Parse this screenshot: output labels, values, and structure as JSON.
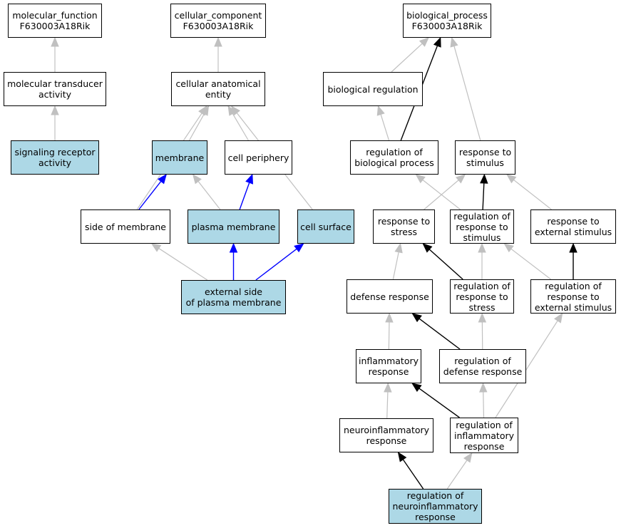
{
  "colors": {
    "highlight_fill": "#add8e6",
    "plain_fill": "#ffffff",
    "gray_edge": "#c0c0c0",
    "black_edge": "#000000",
    "blue_edge": "#0000ff"
  },
  "nodes": {
    "mf_root": {
      "label": "molecular_function\nF630003A18Rik",
      "highlighted": false
    },
    "cc_root": {
      "label": "cellular_component\nF630003A18Rik",
      "highlighted": false
    },
    "bp_root": {
      "label": "biological_process\nF630003A18Rik",
      "highlighted": false
    },
    "mol_transducer": {
      "label": "molecular transducer\nactivity",
      "highlighted": false
    },
    "cell_anat_entity": {
      "label": "cellular anatomical\nentity",
      "highlighted": false
    },
    "bio_regulation": {
      "label": "biological regulation",
      "highlighted": false
    },
    "signaling_receptor": {
      "label": "signaling receptor\nactivity",
      "highlighted": true
    },
    "membrane": {
      "label": "membrane",
      "highlighted": true
    },
    "cell_periphery": {
      "label": "cell periphery",
      "highlighted": false
    },
    "reg_bio_process": {
      "label": "regulation of\nbiological process",
      "highlighted": false
    },
    "resp_stimulus": {
      "label": "response to\nstimulus",
      "highlighted": false
    },
    "side_membrane": {
      "label": "side of membrane",
      "highlighted": false
    },
    "plasma_membrane": {
      "label": "plasma membrane",
      "highlighted": true
    },
    "cell_surface": {
      "label": "cell surface",
      "highlighted": true
    },
    "resp_stress": {
      "label": "response to\nstress",
      "highlighted": false
    },
    "reg_resp_stimulus": {
      "label": "regulation of\nresponse to\nstimulus",
      "highlighted": false
    },
    "resp_ext_stimulus": {
      "label": "response to\nexternal stimulus",
      "highlighted": false
    },
    "ext_side_pm": {
      "label": "external side\nof plasma membrane",
      "highlighted": true
    },
    "defense_resp": {
      "label": "defense response",
      "highlighted": false
    },
    "reg_resp_stress": {
      "label": "regulation of\nresponse to\nstress",
      "highlighted": false
    },
    "reg_resp_ext_stim": {
      "label": "regulation of\nresponse to\nexternal stimulus",
      "highlighted": false
    },
    "inflam_resp": {
      "label": "inflammatory\nresponse",
      "highlighted": false
    },
    "reg_defense_resp": {
      "label": "regulation of\ndefense response",
      "highlighted": false
    },
    "neuroinflam_resp": {
      "label": "neuroinflammatory\nresponse",
      "highlighted": false
    },
    "reg_inflam_resp": {
      "label": "regulation of\ninflammatory\nresponse",
      "highlighted": false
    },
    "reg_neuroinflam_resp": {
      "label": "regulation of\nneuroinflammatory\nresponse",
      "highlighted": true
    }
  },
  "edges": [
    {
      "from": "mol_transducer",
      "to": "mf_root",
      "color": "gray"
    },
    {
      "from": "signaling_receptor",
      "to": "mol_transducer",
      "color": "gray"
    },
    {
      "from": "cell_anat_entity",
      "to": "cc_root",
      "color": "gray"
    },
    {
      "from": "membrane",
      "to": "cell_anat_entity",
      "color": "gray"
    },
    {
      "from": "cell_periphery",
      "to": "cell_anat_entity",
      "color": "gray"
    },
    {
      "from": "side_membrane",
      "to": "cell_anat_entity",
      "color": "gray"
    },
    {
      "from": "cell_surface",
      "to": "cell_anat_entity",
      "color": "gray"
    },
    {
      "from": "side_membrane",
      "to": "membrane",
      "color": "blue"
    },
    {
      "from": "plasma_membrane",
      "to": "membrane",
      "color": "gray"
    },
    {
      "from": "plasma_membrane",
      "to": "cell_periphery",
      "color": "blue"
    },
    {
      "from": "ext_side_pm",
      "to": "side_membrane",
      "color": "gray"
    },
    {
      "from": "ext_side_pm",
      "to": "plasma_membrane",
      "color": "blue"
    },
    {
      "from": "ext_side_pm",
      "to": "cell_surface",
      "color": "blue"
    },
    {
      "from": "bio_regulation",
      "to": "bp_root",
      "color": "gray"
    },
    {
      "from": "reg_bio_process",
      "to": "bp_root",
      "color": "black"
    },
    {
      "from": "resp_stimulus",
      "to": "bp_root",
      "color": "gray"
    },
    {
      "from": "reg_bio_process",
      "to": "bio_regulation",
      "color": "gray"
    },
    {
      "from": "reg_resp_stimulus",
      "to": "reg_bio_process",
      "color": "gray"
    },
    {
      "from": "resp_stress",
      "to": "resp_stimulus",
      "color": "gray"
    },
    {
      "from": "reg_resp_stimulus",
      "to": "resp_stimulus",
      "color": "black"
    },
    {
      "from": "resp_ext_stimulus",
      "to": "resp_stimulus",
      "color": "gray"
    },
    {
      "from": "defense_resp",
      "to": "resp_stress",
      "color": "gray"
    },
    {
      "from": "reg_resp_stress",
      "to": "resp_stress",
      "color": "black"
    },
    {
      "from": "reg_resp_stress",
      "to": "reg_resp_stimulus",
      "color": "gray"
    },
    {
      "from": "reg_resp_ext_stim",
      "to": "reg_resp_stimulus",
      "color": "gray"
    },
    {
      "from": "reg_resp_ext_stim",
      "to": "resp_ext_stimulus",
      "color": "black"
    },
    {
      "from": "inflam_resp",
      "to": "defense_resp",
      "color": "gray"
    },
    {
      "from": "reg_defense_resp",
      "to": "defense_resp",
      "color": "black"
    },
    {
      "from": "reg_defense_resp",
      "to": "reg_resp_stress",
      "color": "gray"
    },
    {
      "from": "neuroinflam_resp",
      "to": "inflam_resp",
      "color": "gray"
    },
    {
      "from": "reg_inflam_resp",
      "to": "inflam_resp",
      "color": "black"
    },
    {
      "from": "reg_inflam_resp",
      "to": "reg_defense_resp",
      "color": "gray"
    },
    {
      "from": "reg_inflam_resp",
      "to": "reg_resp_ext_stim",
      "color": "gray"
    },
    {
      "from": "reg_neuroinflam_resp",
      "to": "neuroinflam_resp",
      "color": "black"
    },
    {
      "from": "reg_neuroinflam_resp",
      "to": "reg_inflam_resp",
      "color": "gray"
    }
  ]
}
